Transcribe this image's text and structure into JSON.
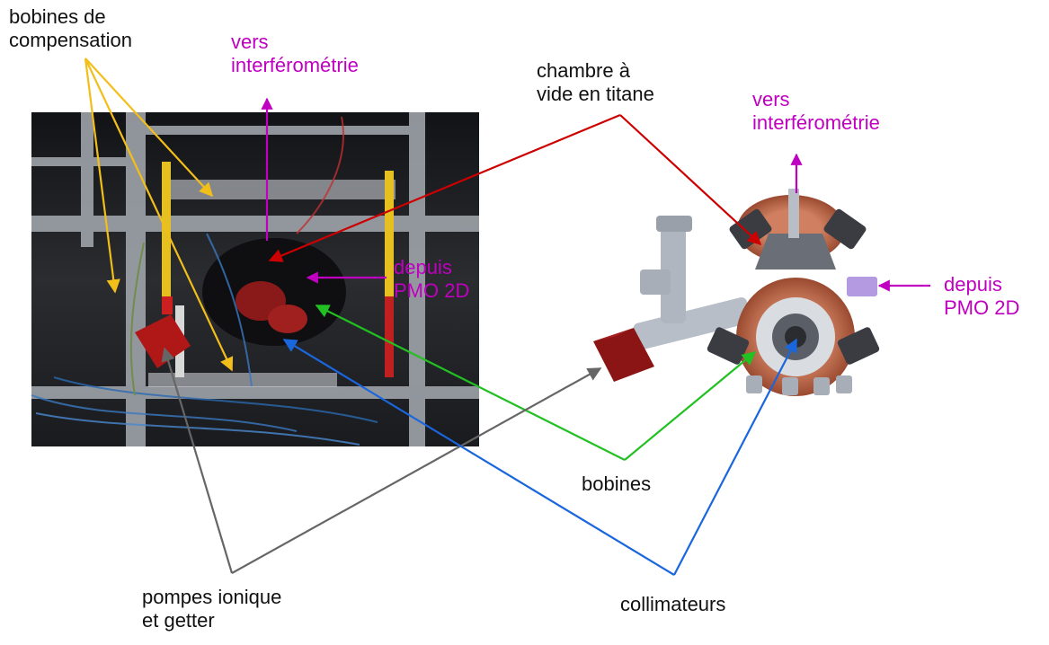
{
  "labels": {
    "bobines_compensation": [
      "bobines de",
      "compensation"
    ],
    "vers_interferometrie_left": [
      "vers",
      "interférométrie"
    ],
    "chambre_titane": [
      "chambre à",
      "vide en titane"
    ],
    "vers_interferometrie_right": [
      "vers",
      "interférométrie"
    ],
    "depuis_pmo_left": [
      "depuis",
      "PMO 2D"
    ],
    "depuis_pmo_right": [
      "depuis",
      "PMO 2D"
    ],
    "bobines": "bobines",
    "pompes": [
      "pompes ionique",
      "et getter"
    ],
    "collimateurs": "collimateurs"
  },
  "colors": {
    "compensation": "#f2be1a",
    "chamber": "#cc0000",
    "optics": "#c000c0",
    "coils": "#22c022",
    "pumps": "#666666",
    "collimators": "#1a66dd",
    "photo_bg": "#1b1c1f",
    "frame": "#9aa0a8",
    "copper": "#b06040",
    "pump_red": "#8b1515"
  }
}
